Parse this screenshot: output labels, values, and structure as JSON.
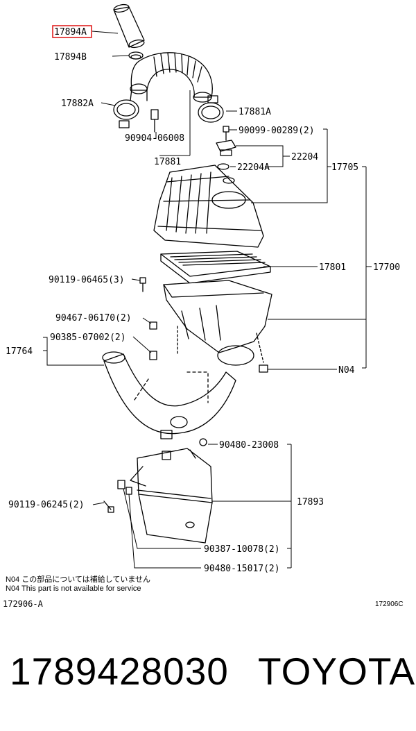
{
  "diagram": {
    "parts": {
      "p17894A": "17894A",
      "p17894B": "17894B",
      "p17882A": "17882A",
      "p17881A": "17881A",
      "p90099": "90099-00289(2)",
      "p90904": "90904-06008",
      "p22204": "22204",
      "p22204A": "22204A",
      "p17705": "17705",
      "p17881": "17881",
      "p17801": "17801",
      "p17700": "17700",
      "p90119_06465": "90119-06465(3)",
      "p90467": "90467-06170(2)",
      "p90385": "90385-07002(2)",
      "p17764": "17764",
      "pN04": "N04",
      "p90480_23008": "90480-23008",
      "p17893": "17893",
      "p90119_06245": "90119-06245(2)",
      "p90387": "90387-10078(2)",
      "p90480_15017": "90480-15017(2)"
    },
    "highlight_color": "#e02020",
    "notes": {
      "jp": "N04  この部品については補給していません",
      "en": "N04  This part is not available for service"
    },
    "fig_code_left": "172906-A",
    "fig_code_right": "172906C"
  },
  "caption": {
    "part_number": "1789428030",
    "brand": "TOYOTA"
  }
}
